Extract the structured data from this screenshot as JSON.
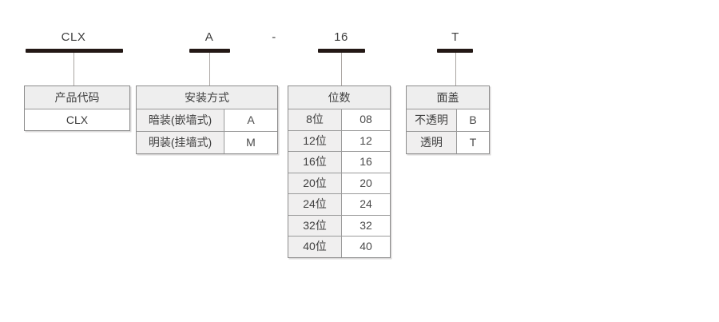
{
  "diagram": {
    "model_code": {
      "product_code": "CLX",
      "mounting": "A",
      "separator": "-",
      "positions": "16",
      "cover": "T"
    },
    "colors": {
      "bar": "#231815",
      "table_border": "#8c8c8c",
      "header_bg": "#eeeeee",
      "label_cell_bg": "#f0efef",
      "text": "#3f3f3f",
      "connector": "#aaa5a2"
    },
    "tables": {
      "product_code": {
        "header": "产品代码",
        "rows": [
          {
            "label": "CLX"
          }
        ]
      },
      "mounting": {
        "header": "安装方式",
        "rows": [
          {
            "label": "暗装(嵌墙式)",
            "code": "A"
          },
          {
            "label": "明装(挂墙式)",
            "code": "M"
          }
        ]
      },
      "positions": {
        "header": "位数",
        "rows": [
          {
            "label": "8位",
            "code": "08"
          },
          {
            "label": "12位",
            "code": "12"
          },
          {
            "label": "16位",
            "code": "16"
          },
          {
            "label": "20位",
            "code": "20"
          },
          {
            "label": "24位",
            "code": "24"
          },
          {
            "label": "32位",
            "code": "32"
          },
          {
            "label": "40位",
            "code": "40"
          }
        ]
      },
      "cover": {
        "header": "面盖",
        "rows": [
          {
            "label": "不透明",
            "code": "B"
          },
          {
            "label": "透明",
            "code": "T"
          }
        ]
      }
    }
  }
}
